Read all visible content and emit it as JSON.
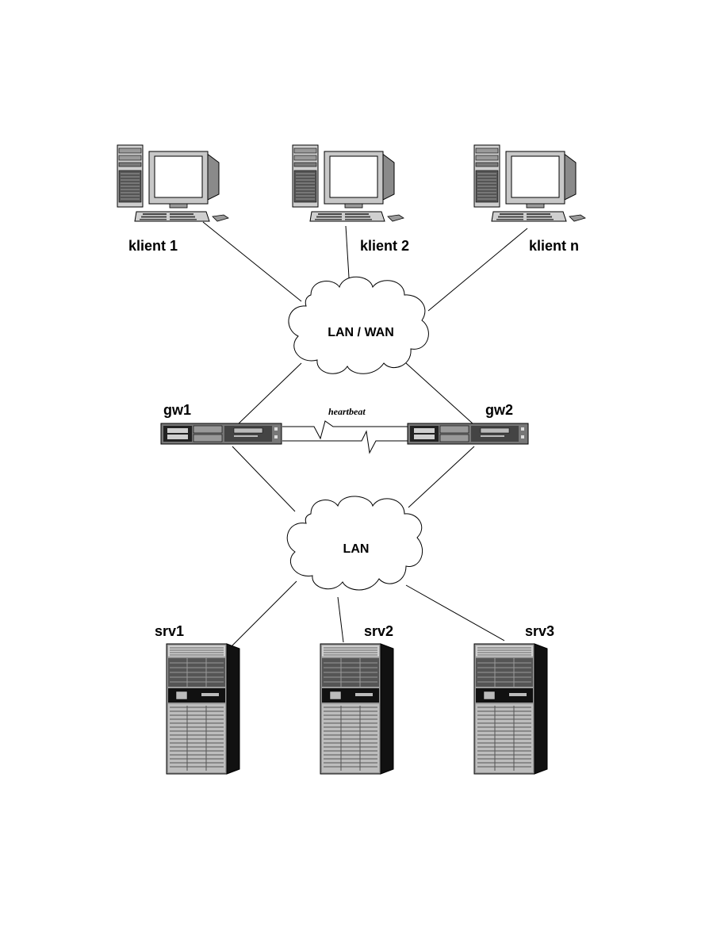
{
  "diagram": {
    "clients": [
      {
        "label": "klient 1"
      },
      {
        "label": "klient 2"
      },
      {
        "label": "klient n"
      }
    ],
    "clouds": {
      "wan": {
        "label": "LAN / WAN"
      },
      "lan": {
        "label": "LAN"
      }
    },
    "gateways": [
      {
        "label": "gw1"
      },
      {
        "label": "gw2"
      }
    ],
    "heartbeat_label": "heartbeat",
    "servers": [
      {
        "label": "srv1"
      },
      {
        "label": "srv2"
      },
      {
        "label": "srv3"
      }
    ],
    "icons": {
      "client": "desktop-computer-icon",
      "gateway": "rack-server-icon",
      "server": "tower-server-icon",
      "network": "cloud-icon"
    }
  }
}
